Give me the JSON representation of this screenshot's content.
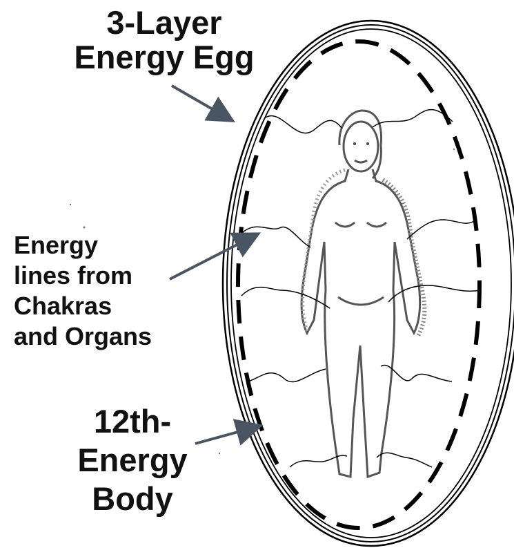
{
  "labels": {
    "egg": [
      "3-Layer",
      "Energy Egg"
    ],
    "energy_lines": [
      "Energy",
      "lines from",
      "Chakras",
      "and Organs"
    ],
    "twelfth_body": [
      "12th-",
      "Energy",
      "Body"
    ]
  },
  "colors": {
    "arrow": "#4a5563",
    "outline": "#000000",
    "figure_stroke": "#555555"
  }
}
